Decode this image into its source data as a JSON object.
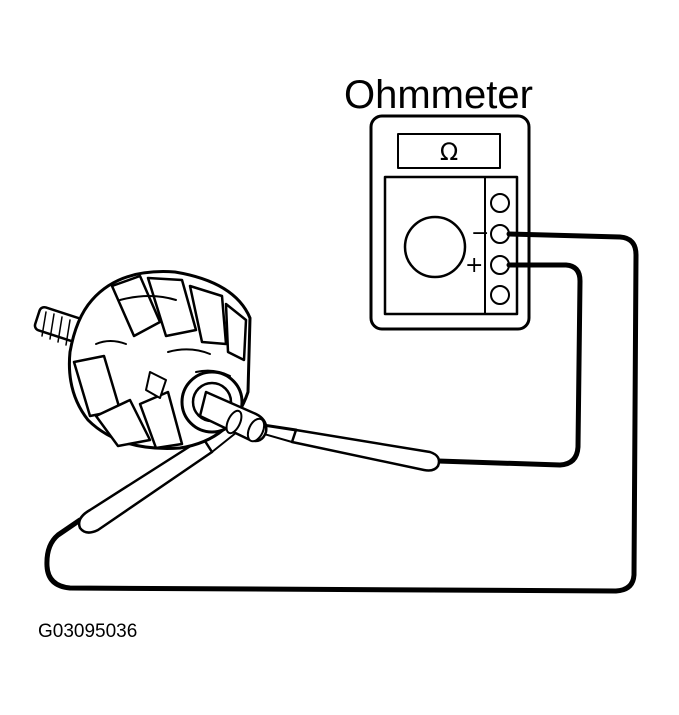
{
  "meter": {
    "title": "Ohmmeter",
    "unit_symbol": "Ω",
    "negative_label": "−",
    "positive_label": "+"
  },
  "figure": {
    "code": "G03095036"
  },
  "colors": {
    "ink": "#000000",
    "paper": "#ffffff"
  }
}
